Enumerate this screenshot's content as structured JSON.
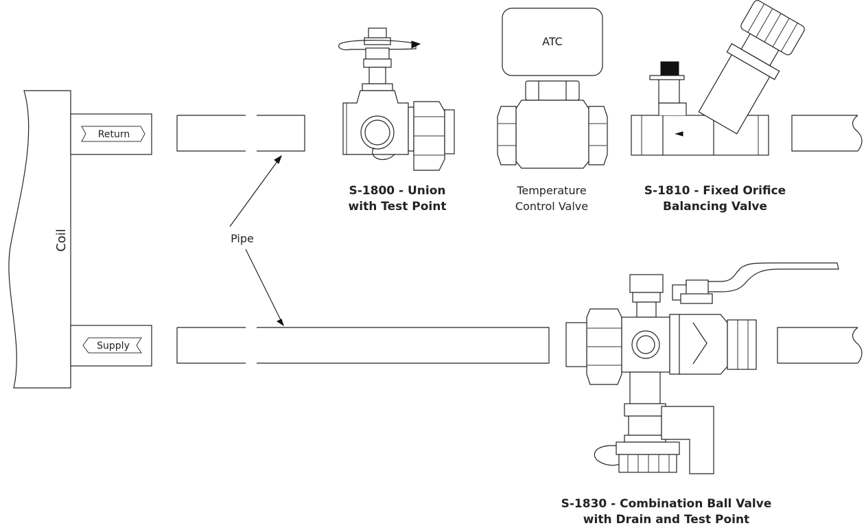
{
  "coil": {
    "label": "Coil"
  },
  "tags": {
    "return": "Return",
    "supply": "Supply"
  },
  "pipe": {
    "label": "Pipe"
  },
  "atc": {
    "label": "ATC"
  },
  "components": {
    "s1800": {
      "line1": "S-1800 - Union",
      "line2": "with Test Point"
    },
    "tcv": {
      "line1": "Temperature",
      "line2": "Control Valve"
    },
    "s1810": {
      "line1": "S-1810 - Fixed Orifice",
      "line2": "Balancing Valve"
    },
    "s1830": {
      "line1": "S-1830 - Combination Ball Valve",
      "line2": "with Drain and Test Point"
    }
  }
}
